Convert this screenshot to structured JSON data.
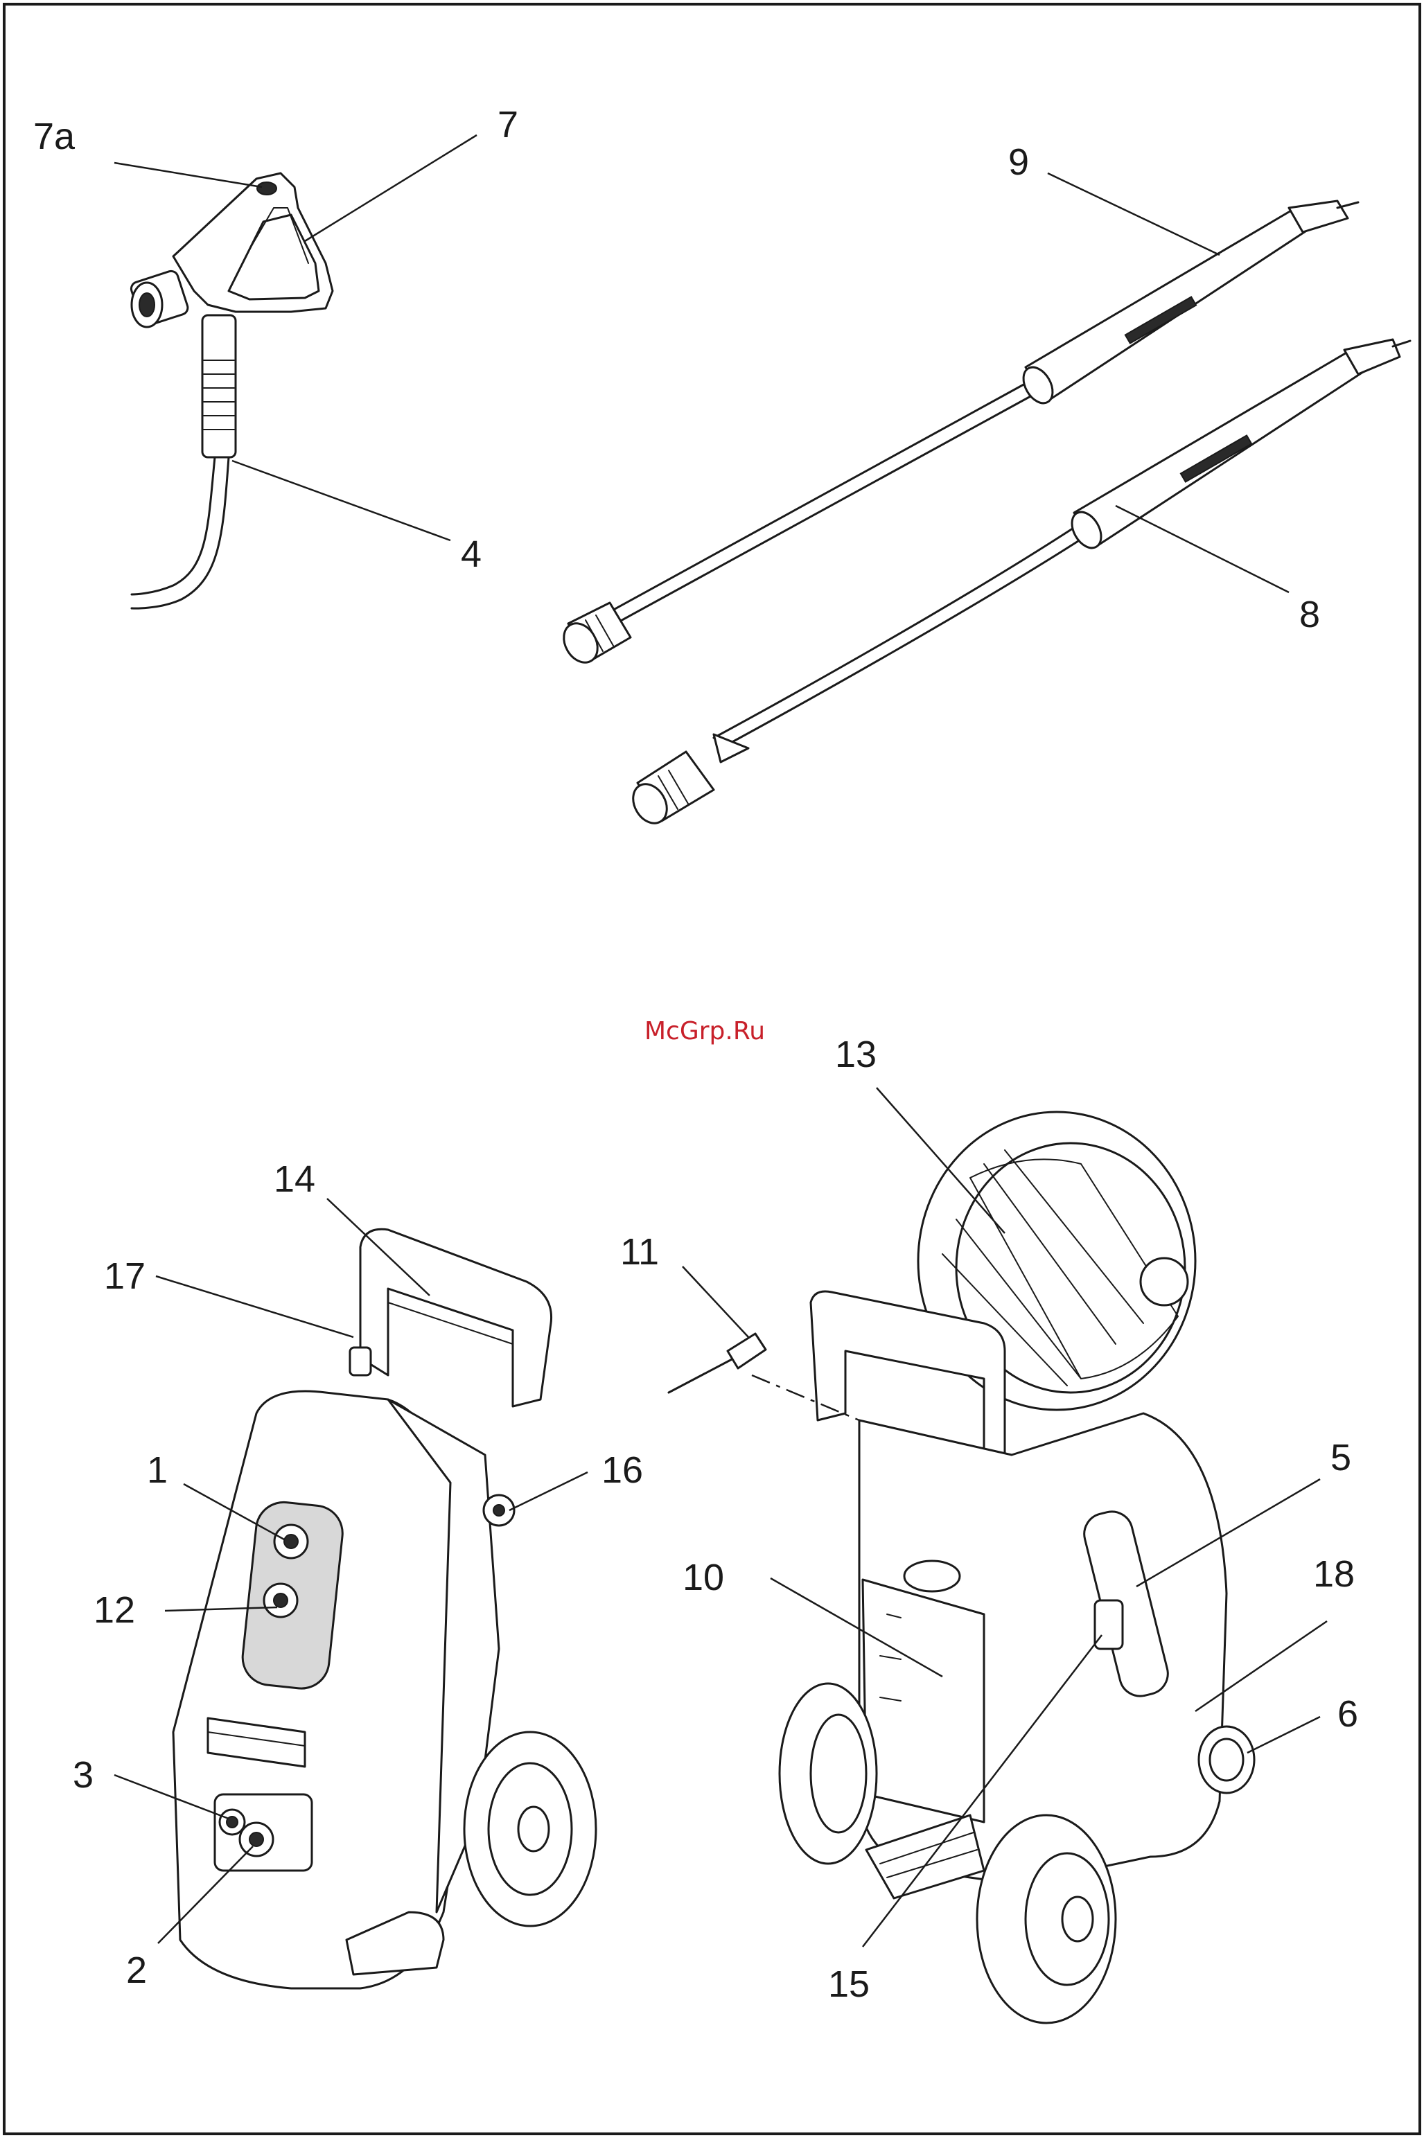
{
  "watermark": "McGrp.Ru",
  "callouts": {
    "c7a": "7a",
    "c7": "7",
    "c4": "4",
    "c9": "9",
    "c8": "8",
    "c13": "13",
    "c14": "14",
    "c17": "17",
    "c11": "11",
    "c1": "1",
    "c16": "16",
    "c12": "12",
    "c10": "10",
    "c5": "5",
    "c18": "18",
    "c3": "3",
    "c6": "6",
    "c2": "2",
    "c15": "15"
  },
  "colors": {
    "line": "#1a1a1a",
    "watermark": "#c8202a",
    "background": "#ffffff"
  }
}
